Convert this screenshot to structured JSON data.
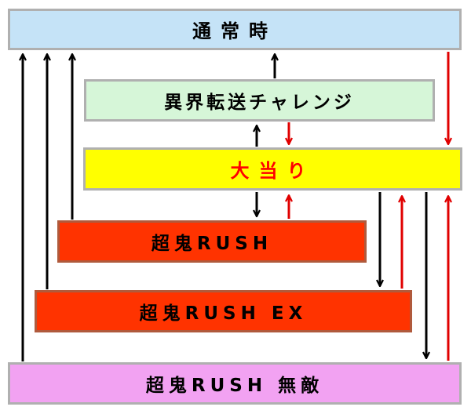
{
  "states": {
    "normal": "通常時",
    "tensou": "異界転送チャレンジ",
    "atari": "大当り",
    "rush": "超鬼RUSH",
    "rush_ex": "超鬼RUSH EX",
    "muteki": "超鬼RUSH 無敵"
  },
  "colors": {
    "normal_bg": "#c5e3f7",
    "tensou_bg": "#d6f6d8",
    "atari_bg": "#ffff00",
    "atari_text": "#ff0000",
    "rush_bg": "#ff3300",
    "muteki_bg": "#f2a2f2",
    "arrow_black": "#000000",
    "arrow_red": "#e00000"
  },
  "transitions": [
    {
      "from": "atari",
      "to": "tensou",
      "color": "black"
    },
    {
      "from": "tensou",
      "to": "normal",
      "color": "black"
    },
    {
      "from": "tensou",
      "to": "atari",
      "color": "red"
    },
    {
      "from": "normal",
      "to": "atari",
      "color": "red"
    },
    {
      "from": "atari",
      "to": "rush",
      "color": "black"
    },
    {
      "from": "rush",
      "to": "atari",
      "color": "red"
    },
    {
      "from": "atari",
      "to": "rush_ex",
      "color": "black"
    },
    {
      "from": "rush_ex",
      "to": "atari",
      "color": "red"
    },
    {
      "from": "atari",
      "to": "muteki",
      "color": "black"
    },
    {
      "from": "muteki",
      "to": "atari",
      "color": "red"
    },
    {
      "from": "rush",
      "to": "normal",
      "color": "black"
    },
    {
      "from": "rush_ex",
      "to": "normal",
      "color": "black"
    },
    {
      "from": "muteki",
      "to": "normal",
      "color": "black"
    }
  ]
}
